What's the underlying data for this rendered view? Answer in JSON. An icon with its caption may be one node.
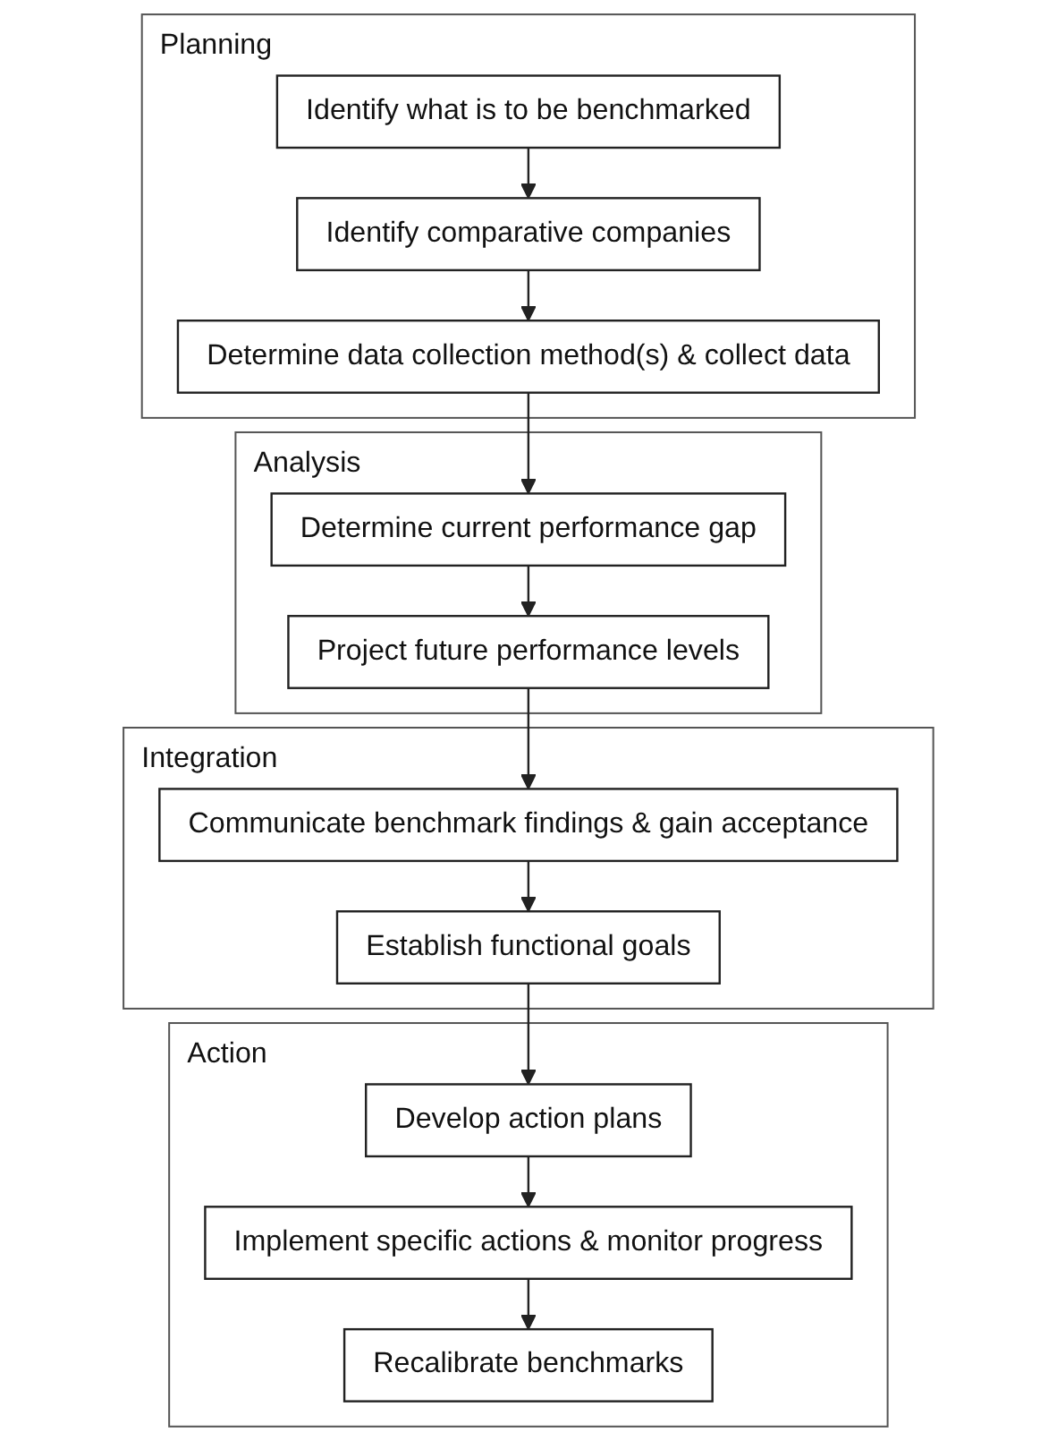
{
  "diagram": {
    "nodes": [
      {
        "text": [
          "Planning"
        ]
      },
      {
        "text": [
          "Identify what is to be benchmarked"
        ],
        "in": 0
      },
      {
        "text": [
          "Identify comparative companies"
        ],
        "in": 0
      },
      {
        "text": [
          "Determine data collection method(s) & collect data"
        ],
        "in": 0
      },
      {
        "text": [
          "Analysis"
        ]
      },
      {
        "text": [
          "Determine current performance gap"
        ],
        "in": 4
      },
      {
        "text": [
          "Project future performance levels"
        ],
        "in": 4
      },
      {
        "text": [
          "Integration"
        ]
      },
      {
        "text": [
          "Communicate benchmark findings & gain acceptance"
        ],
        "in": 7
      },
      {
        "text": [
          "Establish functional goals"
        ],
        "in": 7
      },
      {
        "text": [
          "Action"
        ]
      },
      {
        "text": [
          "Develop action plans"
        ],
        "in": 10
      },
      {
        "text": [
          "Implement specific actions & monitor progress"
        ],
        "in": 10
      },
      {
        "text": [
          "Recalibrate benchmarks"
        ],
        "in": 10
      }
    ],
    "edges": [
      {
        "from": 1,
        "to": 2,
        "arrow": "to"
      },
      {
        "from": 2,
        "to": 3,
        "arrow": "to"
      },
      {
        "from": 3,
        "to": 5,
        "arrow": "to"
      },
      {
        "from": 5,
        "to": 6,
        "arrow": "to"
      },
      {
        "from": 6,
        "to": 8,
        "arrow": "to"
      },
      {
        "from": 8,
        "to": 9,
        "arrow": "to"
      },
      {
        "from": 9,
        "to": 11,
        "arrow": "to"
      },
      {
        "from": 11,
        "to": 12,
        "arrow": "to"
      },
      {
        "from": 12,
        "to": 13,
        "arrow": "to"
      }
    ]
  }
}
